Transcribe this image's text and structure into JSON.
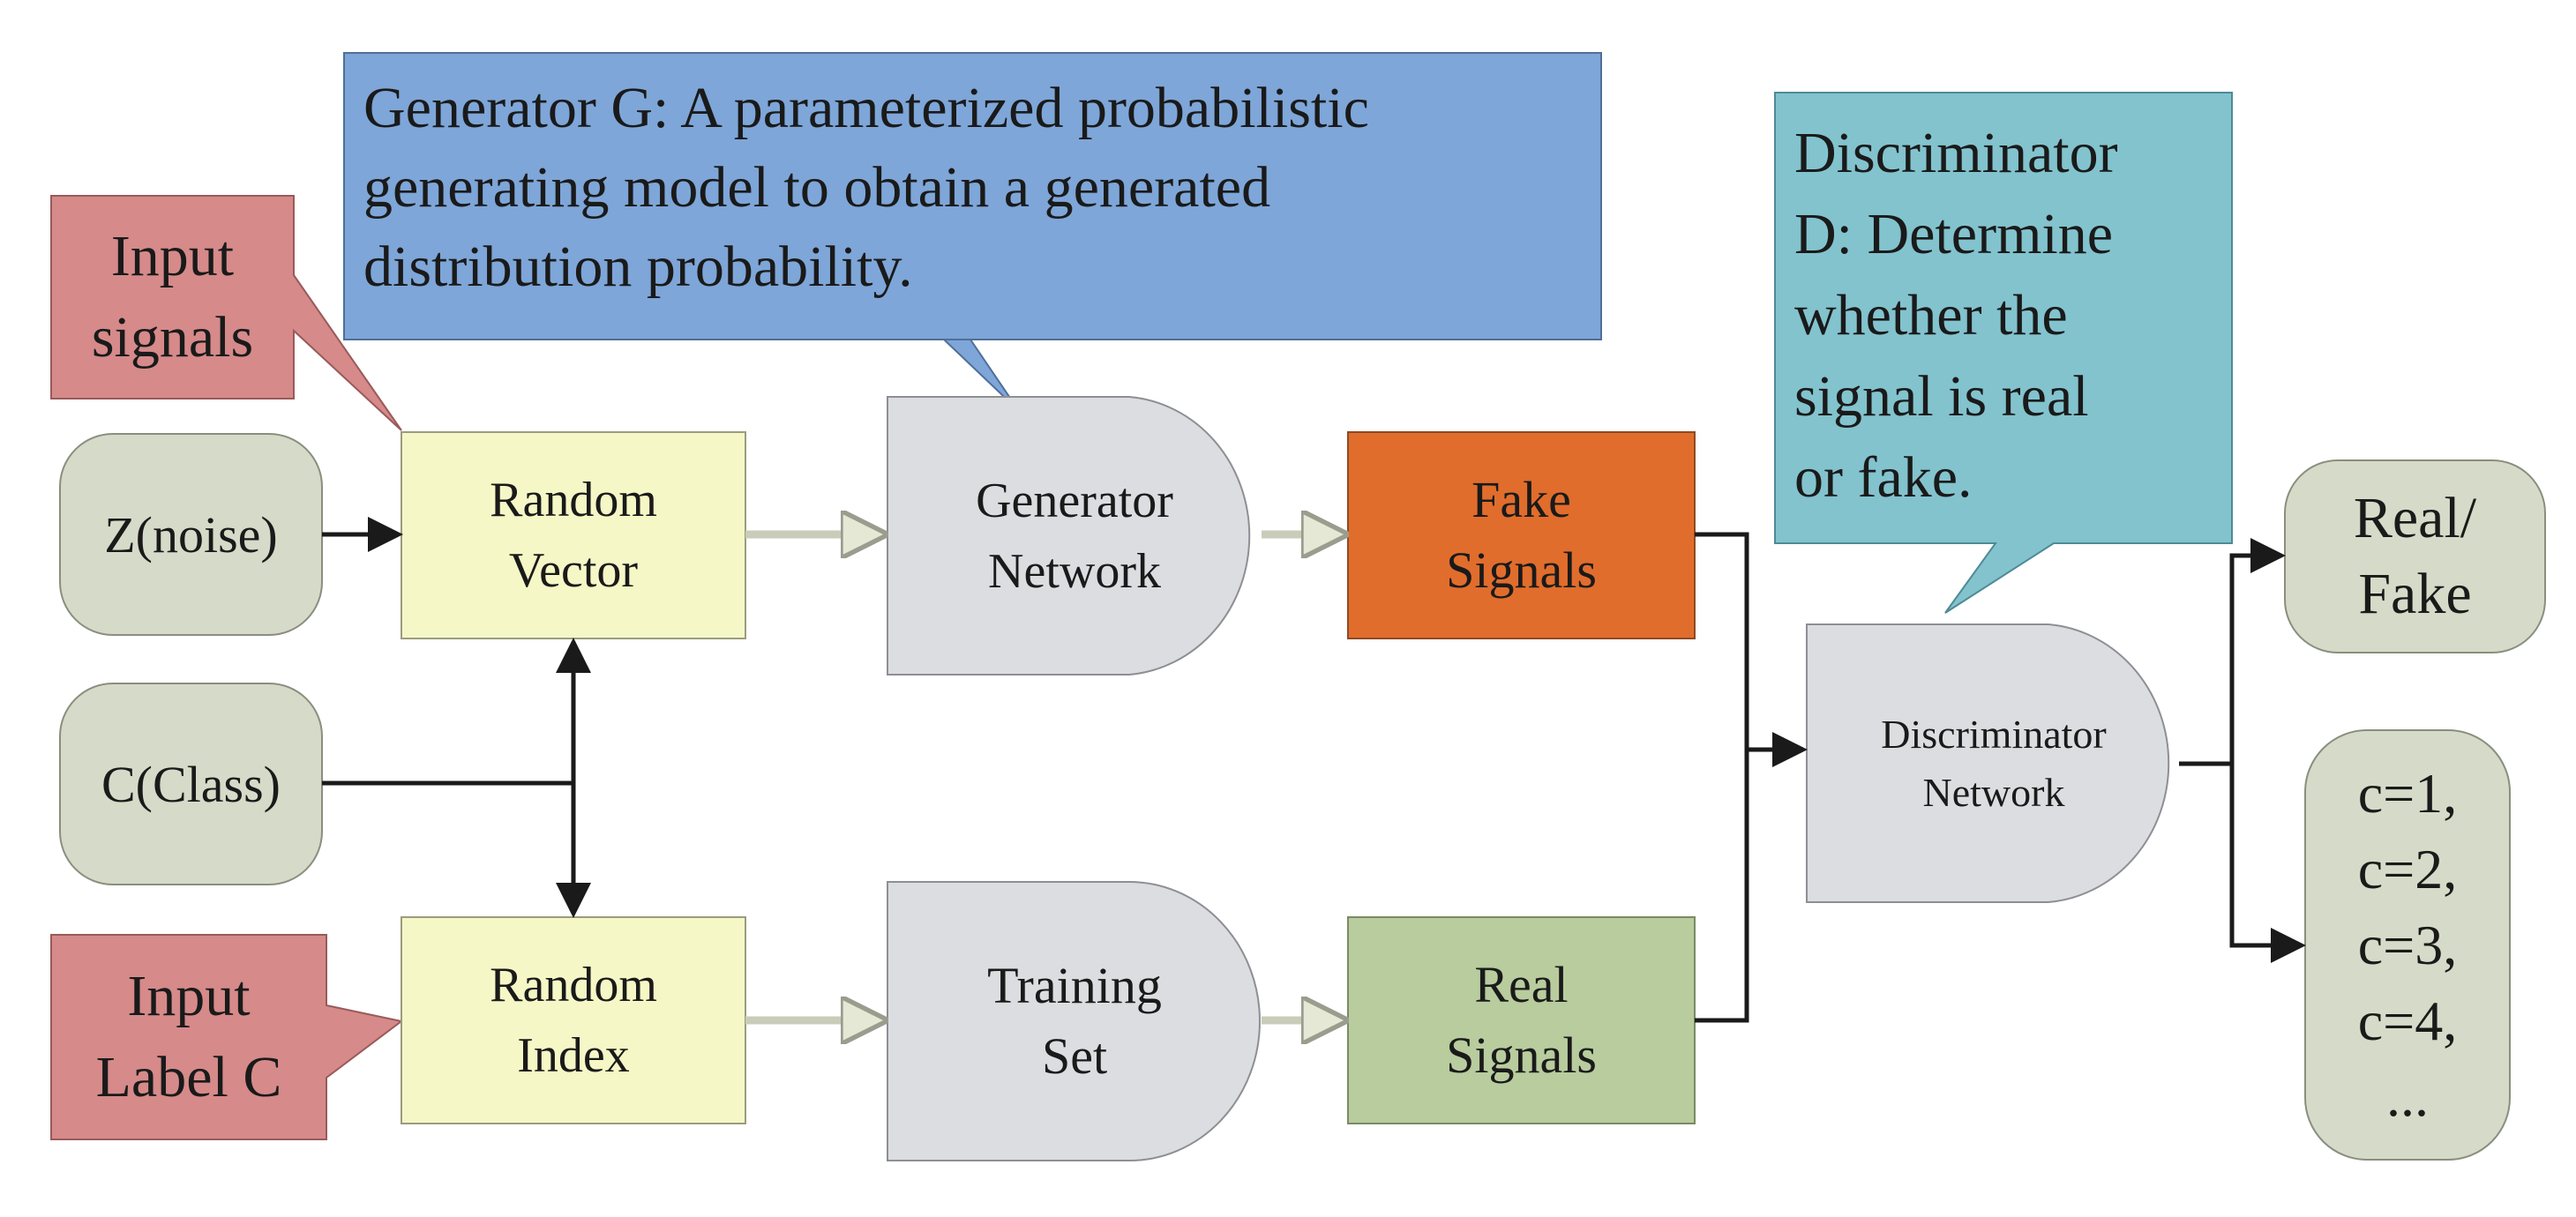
{
  "diagram": {
    "callouts": {
      "generator": [
        "Generator G: A parameterized probabilistic",
        "generating model to obtain a generated",
        "distribution probability."
      ],
      "discriminator": [
        "Discriminator",
        "D: Determine",
        "whether the",
        "signal is  real",
        "or fake."
      ],
      "input_signals": [
        "Input",
        "signals"
      ],
      "input_label": [
        "Input",
        "Label C"
      ]
    },
    "nodes": {
      "z_noise": [
        "Z(noise)"
      ],
      "c_class": [
        "C(Class)"
      ],
      "random_vector": [
        "Random",
        "Vector"
      ],
      "random_index": [
        "Random",
        "Index"
      ],
      "generator_network": [
        "Generator",
        "Network"
      ],
      "training_set": [
        "Training",
        "Set"
      ],
      "fake_signals": [
        "Fake",
        "Signals"
      ],
      "real_signals": [
        "Real",
        "Signals"
      ],
      "discriminator_network": [
        "Discriminator",
        "Network"
      ],
      "real_fake": [
        "Real/",
        "Fake"
      ],
      "classes": [
        "c=1,",
        "c=2,",
        "c=3,",
        "c=4,",
        "..."
      ]
    },
    "colors": {
      "generator_callout": "#7ea6d8",
      "discriminator_callout": "#82c3ce",
      "input_callout": "#d68a8a",
      "pill": "#d6dac8",
      "box_yellow": "#f5f7c6",
      "gate_gray": "#dcdde0",
      "fake_orange": "#e16d2c",
      "real_green": "#b8cc9e"
    }
  }
}
